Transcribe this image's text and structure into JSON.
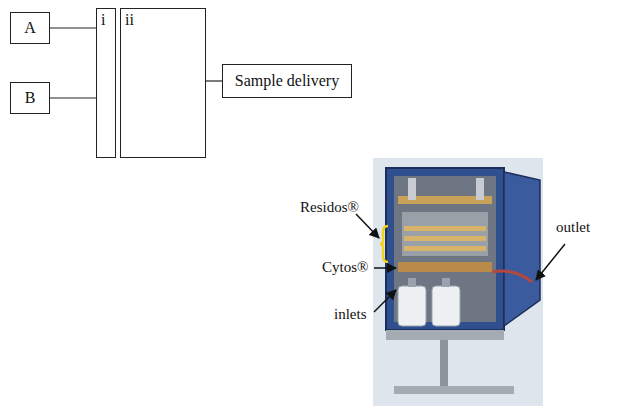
{
  "diagram": {
    "nodes": [
      {
        "text": [
          "A"
        ]
      },
      {
        "text": [
          "B"
        ]
      },
      {
        "text": [
          "i"
        ]
      },
      {
        "text": [
          "ii"
        ]
      },
      {
        "text": [
          "Sample delivery"
        ]
      }
    ],
    "edges": [
      {
        "from": 0,
        "to": 2,
        "arrow": "none"
      },
      {
        "from": 1,
        "to": 2,
        "arrow": "none"
      },
      {
        "from": 3,
        "to": 4,
        "arrow": "none"
      }
    ],
    "labels": [
      "Residos®",
      "Cytos®",
      "inlets",
      "outlet"
    ]
  }
}
